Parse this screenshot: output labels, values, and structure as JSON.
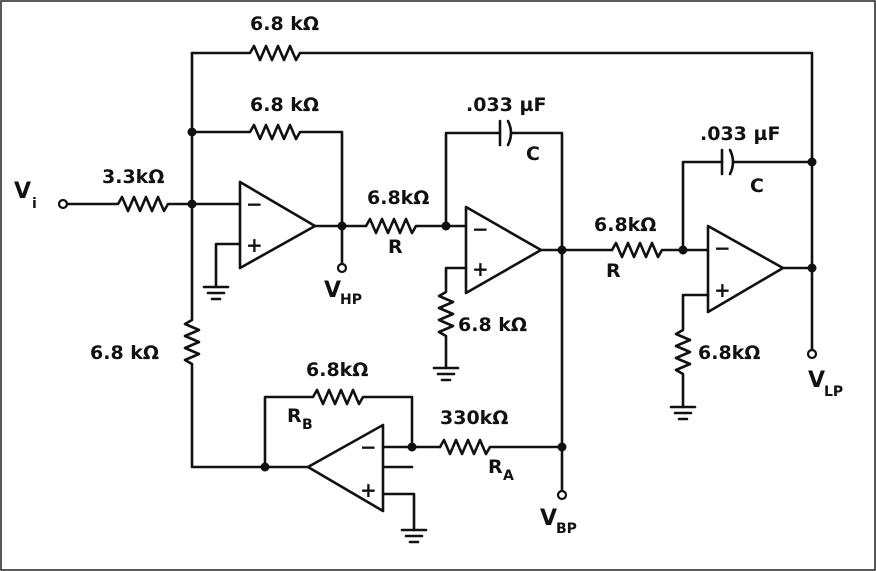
{
  "labels": {
    "r_top_feedback": "6.8 kΩ",
    "r_hp_feedback": "6.8 kΩ",
    "r_input": "3.3kΩ",
    "r_integrator1": "6.8kΩ",
    "r_integrator1_symbol": "R",
    "c_integrator1_value": ".033 µF",
    "c_integrator1_symbol": "C",
    "r_integrator1_bias": "6.8 kΩ",
    "r_integrator2": "6.8kΩ",
    "r_integrator2_symbol": "R",
    "c_integrator2_value": ".033 µF",
    "c_integrator2_symbol": "C",
    "r_integrator2_bias": "6.8kΩ",
    "r_left_vertical": "6.8 kΩ",
    "rb_value": "6.8kΩ",
    "rb_symbol_main": "R",
    "rb_symbol_sub": "B",
    "ra_value": "330kΩ",
    "ra_symbol_main": "R",
    "ra_symbol_sub": "A"
  },
  "terminals": {
    "vi_main": "V",
    "vi_sub": "i",
    "vhp_main": "V",
    "vhp_sub": "HP",
    "vbp_main": "V",
    "vbp_sub": "BP",
    "vlp_main": "V",
    "vlp_sub": "LP"
  },
  "opamp_signs": {
    "minus": "−",
    "plus": "+"
  }
}
